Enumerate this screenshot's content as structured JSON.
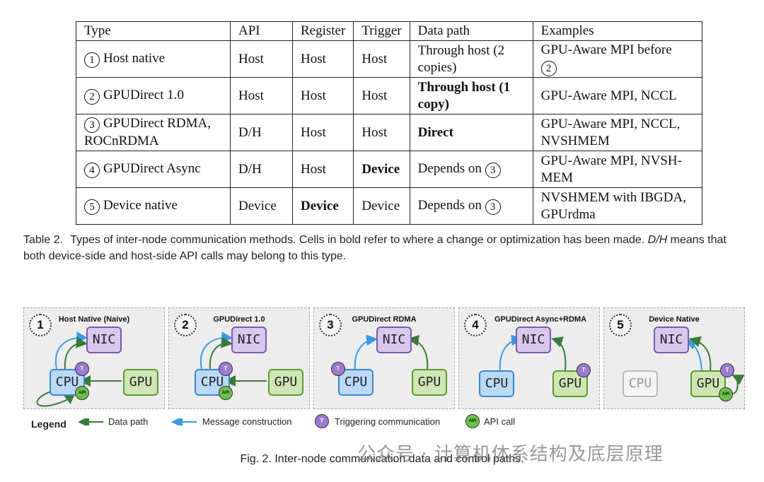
{
  "table": {
    "headers": [
      "Type",
      "API",
      "Register",
      "Trigger",
      "Data path",
      "Examples"
    ],
    "rows": [
      {
        "num": "1",
        "type": "Host native",
        "api": "Host",
        "register": "Host",
        "trigger": "Host",
        "datapath": "Through host (2 copies)",
        "examples": "GPU-Aware MPI before",
        "examples_ref": "2"
      },
      {
        "num": "2",
        "type": "GPUDirect 1.0",
        "api": "Host",
        "register": "Host",
        "trigger": "Host",
        "datapath": "Through host (1 copy)",
        "examples": "GPU-Aware MPI, NCCL"
      },
      {
        "num": "3",
        "type": "GPUDirect RDMA, ROCnRDMA",
        "api": "D/H",
        "register": "Host",
        "trigger": "Host",
        "datapath": "Direct",
        "examples": "GPU-Aware MPI, NCCL, NVSHMEM"
      },
      {
        "num": "4",
        "type": "GPUDirect Async",
        "api": "D/H",
        "register": "Host",
        "trigger": "Device",
        "datapath": "Depends on",
        "datapath_ref": "3",
        "examples": "GPU-Aware MPI, NVSH-MEM"
      },
      {
        "num": "5",
        "type": "Device native",
        "api": "Device",
        "register": "Device",
        "trigger": "Device",
        "datapath": "Depends on",
        "datapath_ref": "3",
        "examples": "NVSHMEM with IBGDA, GPUrdma"
      }
    ]
  },
  "table_caption": {
    "label": "Table 2.",
    "text1": "Types of inter-node communication methods. Cells in bold refer to where a change or optimization has been made.",
    "dh": "D/H",
    "text2": "means that both device-side and host-side API calls may belong to this type."
  },
  "figure": {
    "panels": [
      {
        "num": "1",
        "title": "Host Native (Naive)"
      },
      {
        "num": "2",
        "title": "GPUDirect 1.0"
      },
      {
        "num": "3",
        "title": "GPUDirect RDMA"
      },
      {
        "num": "4",
        "title": "GPUDirect Async+RDMA"
      },
      {
        "num": "5",
        "title": "Device Native"
      }
    ],
    "labels": {
      "nic": "NIC",
      "cpu": "CPU",
      "gpu": "GPU",
      "t": "T",
      "api": "API"
    },
    "legend": {
      "title": "Legend",
      "data_path": "Data path",
      "message": "Message construction",
      "trigger": "Triggering communication",
      "api_call": "API call"
    },
    "colors": {
      "data_path": "#3a7a3a",
      "message": "#3b9ae1",
      "nic": "#d9c8ee",
      "cpu": "#b9d9f7",
      "gpu": "#cfe6b4"
    },
    "caption": "Fig. 2.  Inter-node communication data and control paths."
  },
  "watermark": "公众号 · 计算机体系结构及底层原理"
}
